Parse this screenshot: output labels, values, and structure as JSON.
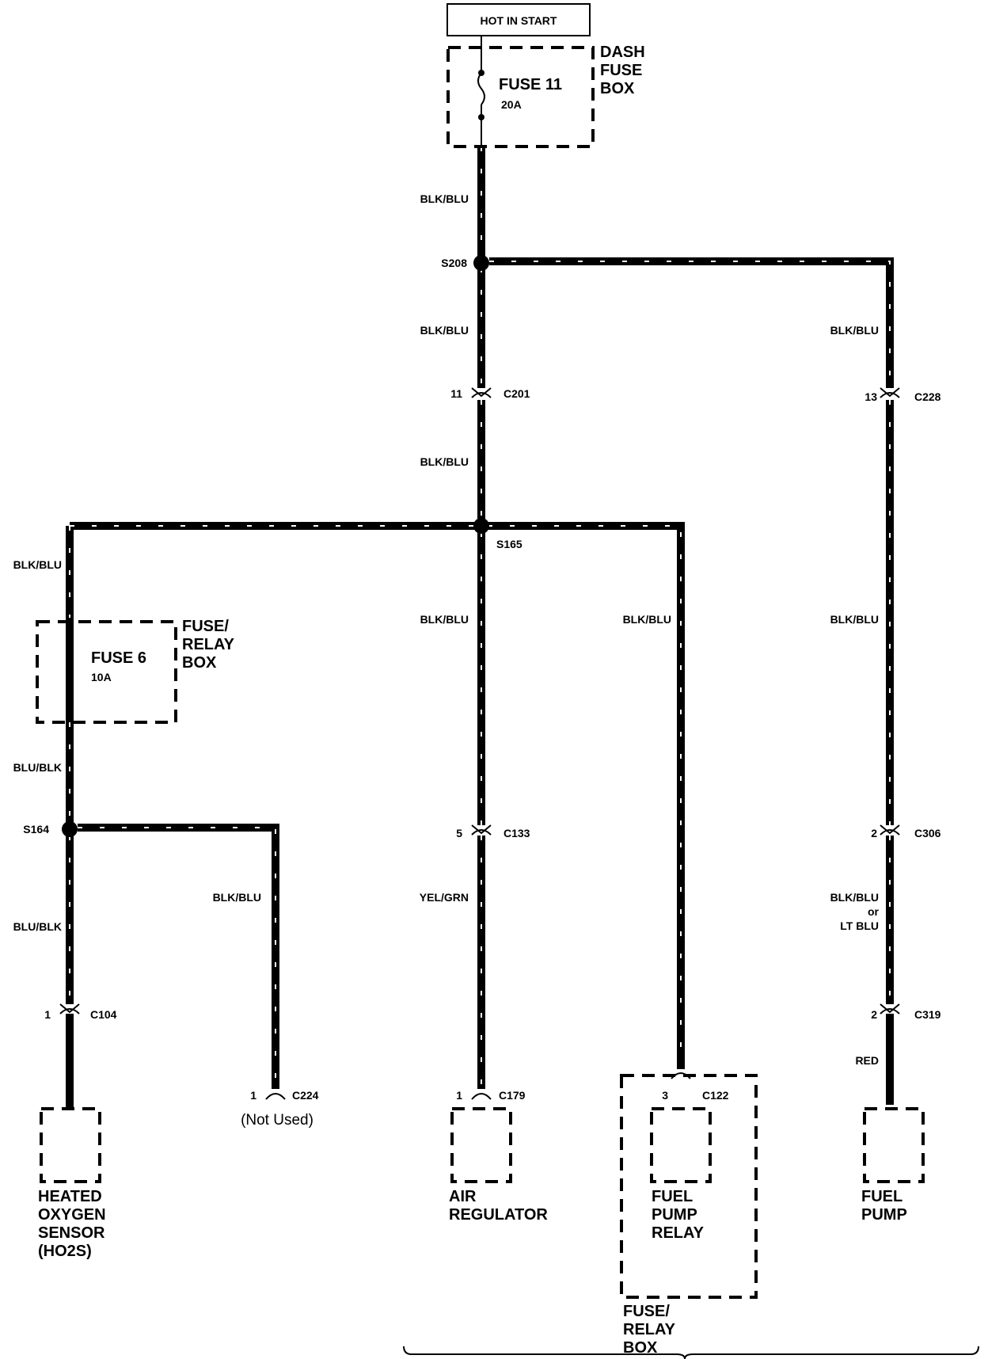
{
  "power_label": "HOT IN START",
  "dash_fuse": {
    "name": "FUSE 11",
    "rating": "20A",
    "box_label": [
      "DASH",
      "FUSE",
      "BOX"
    ]
  },
  "relay_fuse": {
    "name": "FUSE 6",
    "rating": "10A",
    "box_label": [
      "FUSE/",
      "RELAY",
      "BOX"
    ]
  },
  "splices": {
    "s208": "S208",
    "s165": "S165",
    "s164": "S164"
  },
  "wires": {
    "main_top": "BLK/BLU",
    "main_mid": "BLK/BLU",
    "main_low": "BLK/BLU",
    "right_top": "BLK/BLU",
    "right_mid": "BLK/BLU",
    "right_low": [
      "BLK/BLU",
      "or",
      "LT BLU"
    ],
    "right_end": "RED",
    "left_top": "BLK/BLU",
    "left_mid": "BLU/BLK",
    "left_low": "BLU/BLK",
    "notused_wire": "BLK/BLU",
    "center_mid": "BLK/BLU",
    "center_low": "YEL/GRN",
    "relay_wire": "BLK/BLU"
  },
  "connectors": {
    "c201": {
      "pin": "11",
      "name": "C201"
    },
    "c228": {
      "pin": "13",
      "name": "C228"
    },
    "c133": {
      "pin": "5",
      "name": "C133"
    },
    "c306": {
      "pin": "2",
      "name": "C306"
    },
    "c319": {
      "pin": "2",
      "name": "C319"
    },
    "c104": {
      "pin": "1",
      "name": "C104"
    },
    "c224": {
      "pin": "1",
      "name": "C224"
    },
    "c179": {
      "pin": "1",
      "name": "C179"
    },
    "c122": {
      "pin": "3",
      "name": "C122"
    }
  },
  "not_used": "(Not Used)",
  "components": {
    "ho2s": [
      "HEATED",
      "OXYGEN",
      "SENSOR",
      "(HO2S)"
    ],
    "air_regulator": [
      "AIR",
      "REGULATOR"
    ],
    "fuel_pump_relay": [
      "FUEL",
      "PUMP",
      "RELAY"
    ],
    "fuel_pump": [
      "FUEL",
      "PUMP"
    ]
  },
  "bottom_box_label": [
    "FUSE/",
    "RELAY",
    "BOX"
  ]
}
